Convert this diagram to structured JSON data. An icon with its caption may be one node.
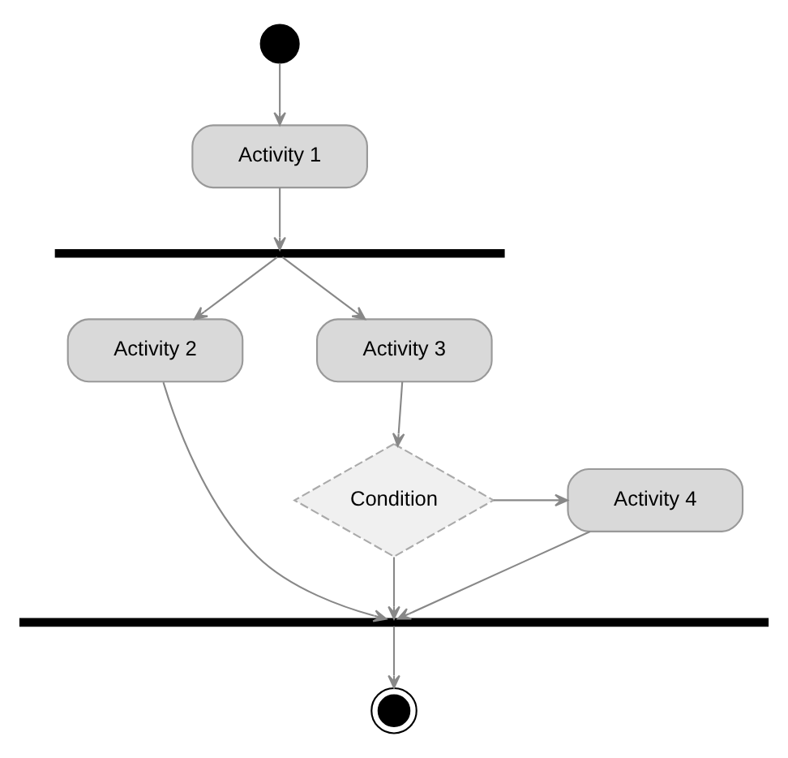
{
  "diagram": {
    "nodes": [
      {
        "text": [],
        "shape": "circle"
      },
      {
        "text": [
          "Activity 1"
        ]
      },
      {
        "text": [],
        "shape": "bar"
      },
      {
        "text": [
          "Activity 2"
        ]
      },
      {
        "text": [
          "Activity 3"
        ]
      },
      {
        "text": [
          "Condition"
        ]
      },
      {
        "text": [
          "Activity 4"
        ]
      },
      {
        "text": [],
        "shape": "bar"
      },
      {
        "text": [],
        "shape": "circle"
      }
    ],
    "edges": [
      {
        "from": 0,
        "to": 1,
        "arrow": "to"
      },
      {
        "from": 1,
        "to": 2,
        "arrow": "to"
      },
      {
        "from": 2,
        "to": 3,
        "arrow": "to"
      },
      {
        "from": 2,
        "to": 4,
        "arrow": "to"
      },
      {
        "from": 4,
        "to": 5,
        "arrow": "to"
      },
      {
        "from": 5,
        "to": 6,
        "arrow": "to"
      },
      {
        "from": 3,
        "to": 7,
        "arrow": "to"
      },
      {
        "from": 5,
        "to": 7,
        "arrow": "to"
      },
      {
        "from": 6,
        "to": 7,
        "arrow": "to"
      },
      {
        "from": 7,
        "to": 8,
        "arrow": "to"
      }
    ]
  }
}
